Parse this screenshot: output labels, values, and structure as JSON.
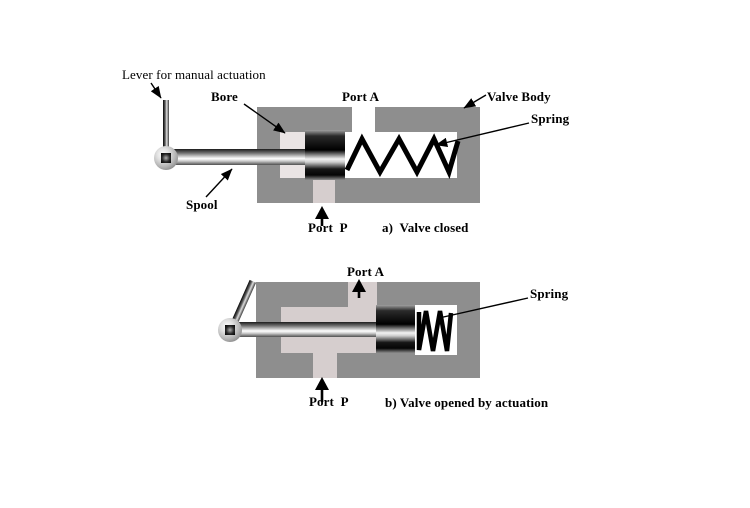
{
  "figure": {
    "colors": {
      "background": "#ffffff",
      "valve_body_gray": "#8e8e8e",
      "channel_pink": "#d6cece",
      "bore_light": "#eae4e4",
      "cavity_white": "#ffffff",
      "annotation_black": "#000000"
    },
    "diagram_a": {
      "caption": "a)  Valve closed",
      "labels": {
        "lever": "Lever for manual actuation",
        "bore": "Bore",
        "port_a": "Port A",
        "valve_body": "Valve Body",
        "spring": "Spring",
        "spool": "Spool",
        "port_p": "Port  P"
      }
    },
    "diagram_b": {
      "caption": "b) Valve opened by actuation",
      "labels": {
        "port_a": "Port A",
        "spring": "Spring",
        "port_p": "Port  P"
      }
    }
  }
}
